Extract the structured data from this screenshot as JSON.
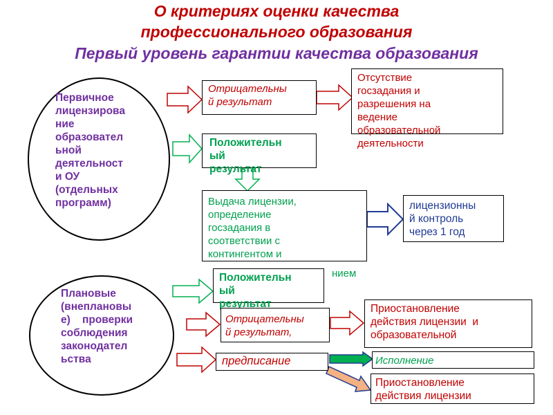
{
  "slide": {
    "title_line1": "О критериях оценки качества",
    "title_line2": "профессионального образования",
    "title_line3": "Первый уровень гарантии качества образования"
  },
  "licensing": {
    "ellipse_label": "Первичное лицензирование образовательной деятельности ОУ (отдельных программ)",
    "ellipse_lines": [
      "Первичное",
      "лицензирова",
      "ние",
      "образовател",
      "ьной",
      "деятельност",
      "и ОУ",
      "(отдельных",
      "программ)"
    ],
    "negative_result_lines": [
      "Отрицательны",
      "й результат"
    ],
    "no_assignment_lines": [
      "Отсутствие",
      "госзадания и",
      "разрешения на",
      "ведение",
      "образовательной",
      "деятельности"
    ],
    "positive_result_lines": [
      "Положительн",
      "ый",
      "результат"
    ],
    "license_issue_lines": [
      "Выдача лицензии,",
      "определение",
      "госзадания в",
      "соответствии с",
      "контингентом и"
    ],
    "license_issue_overflow": "нием",
    "license_control_lines": [
      "лицензионны",
      "й контроль",
      "через 1 год"
    ]
  },
  "inspections": {
    "ellipse_label": "Плановые (внеплановые) проверки соблюдения законодательства",
    "ellipse_lines": [
      "Плановые",
      "(внеплановы",
      "е)    проверки",
      "соблюдения",
      "законодател",
      "ьства"
    ],
    "positive_result_lines": [
      "Положительн",
      "ый",
      "результат"
    ],
    "negative_result_lines": [
      "Отрицательны",
      "й результат,"
    ],
    "suspension_lines": [
      "Приостановление",
      "действия лицензии  и",
      "образовательной"
    ],
    "prescription": "предписание",
    "execution": "Исполнение",
    "suspension2_lines": [
      "Приостановление",
      "действия лицензии"
    ]
  },
  "colors": {
    "title_red": "#c00000",
    "title_purple": "#7030a0",
    "ellipse_text": "#7030a0",
    "negative": "#c00000",
    "positive": "#00a050",
    "neutral": "#1f3a93",
    "arrow_red": "#c00000",
    "arrow_green": "#00b050",
    "arrow_blue": "#1f3a93",
    "arrow_orange": "#f4b183"
  }
}
